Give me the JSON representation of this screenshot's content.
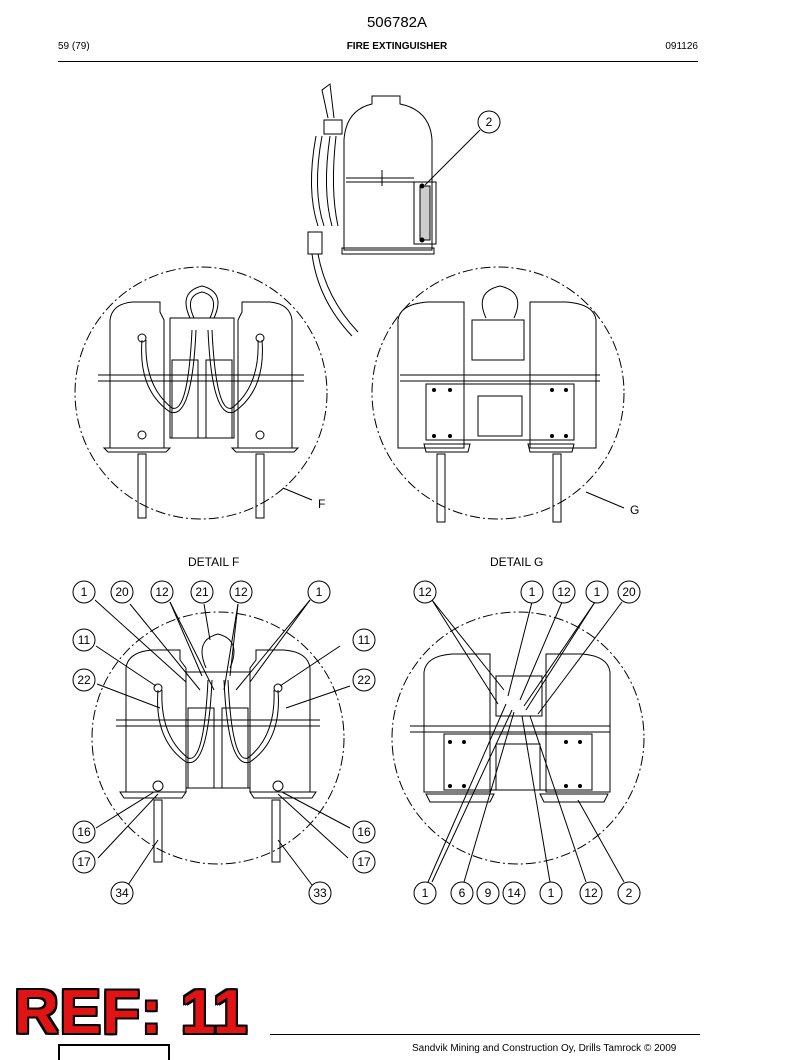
{
  "header": {
    "doc_code": "506782A",
    "page": "59 (79)",
    "title": "FIRE EXTINGUISHER",
    "date_code": "091126"
  },
  "views": {
    "detail_f_marker": "F",
    "detail_g_marker": "G",
    "detail_f_title": "DETAIL  F",
    "detail_g_title": "DETAIL  G"
  },
  "callouts": {
    "side": [
      "2"
    ],
    "detail_f": [
      "1",
      "20",
      "12",
      "21",
      "12",
      "1",
      "11",
      "11",
      "22",
      "22",
      "16",
      "16",
      "17",
      "17",
      "34",
      "33"
    ],
    "detail_g": [
      "12",
      "1",
      "12",
      "1",
      "20",
      "1",
      "6",
      "9",
      "14",
      "1",
      "12",
      "2"
    ]
  },
  "stamp": {
    "text": "REF: 11"
  },
  "footer": {
    "copyright": "Sandvik Mining and Construction Oy, Drills Tamrock © 2009"
  }
}
